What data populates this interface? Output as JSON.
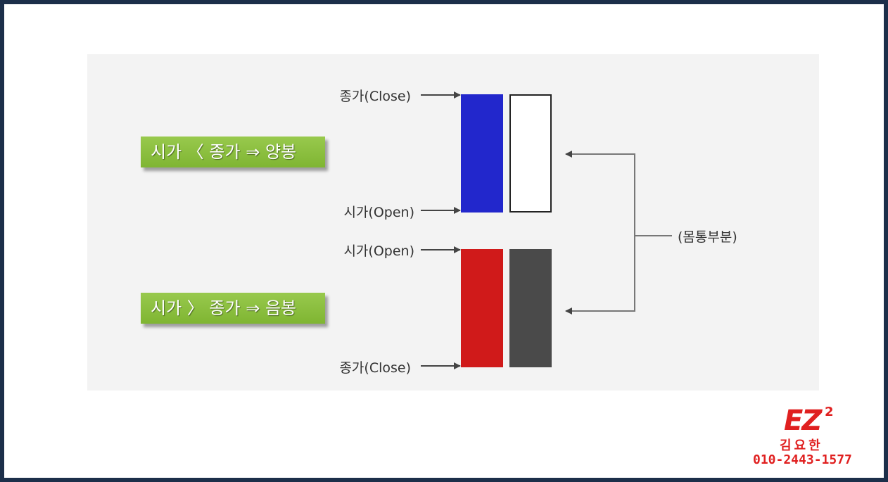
{
  "labels": {
    "yang": "시가 〈 종가 ⇒ 양봉",
    "eum": "시가 〉 종가 ⇒ 음봉",
    "close_top": "종가(Close)",
    "open_top": "시가(Open)",
    "open_bottom": "시가(Open)",
    "close_bottom": "종가(Close)",
    "body_part": "(몸통부분)"
  },
  "candles": [
    {
      "name": "yang-filled",
      "fill": "#2227cc",
      "stroke": "#2227cc"
    },
    {
      "name": "yang-hollow",
      "fill": "#ffffff",
      "stroke": "#222222"
    },
    {
      "name": "eum-filled",
      "fill": "#d01a1a",
      "stroke": "#d01a1a"
    },
    {
      "name": "eum-dark",
      "fill": "#4a4a4a",
      "stroke": "#4a4a4a"
    }
  ],
  "colors": {
    "frame": "#1c2f4a",
    "panel": "#f3f3f3",
    "green_label": "#8cc040",
    "arrow": "#555555",
    "logo": "#e02020"
  },
  "logo": {
    "main": "EZ",
    "sup": "2",
    "name": "김요한",
    "phone": "010-2443-1577"
  }
}
